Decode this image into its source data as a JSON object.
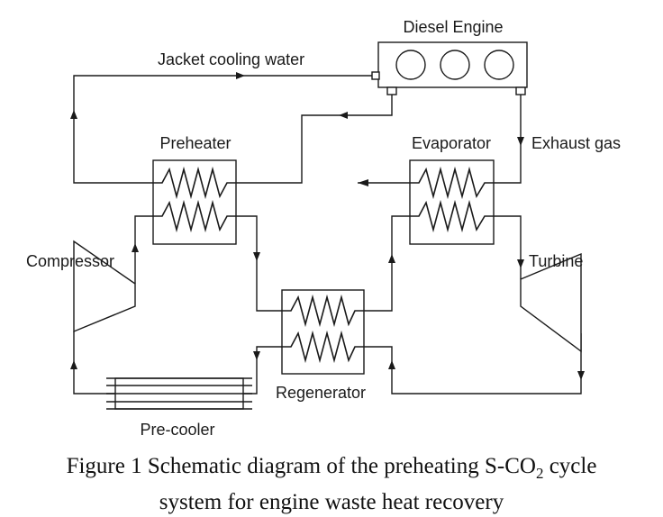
{
  "labels": {
    "diesel_engine": "Diesel Engine",
    "jacket_water": "Jacket cooling water",
    "preheater": "Preheater",
    "evaporator": "Evaporator",
    "exhaust_gas": "Exhaust gas",
    "compressor": "Compressor",
    "turbine": "Turbine",
    "regenerator": "Regenerator",
    "precooler": "Pre-cooler"
  },
  "caption": {
    "line1_prefix": "Figure 1 Schematic diagram of the preheating S-CO",
    "line1_subscript": "2",
    "line1_suffix": " cycle",
    "line2": "system for engine waste heat recovery"
  }
}
